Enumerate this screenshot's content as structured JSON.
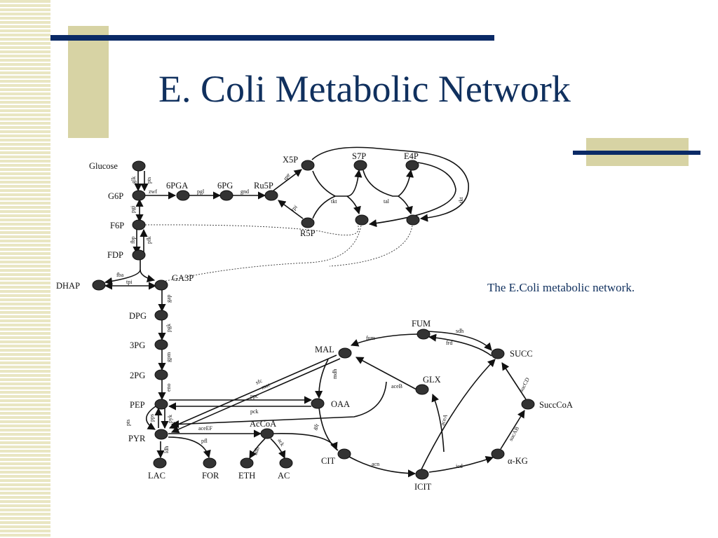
{
  "slide": {
    "title": "E. Coli Metabolic Network",
    "caption": "The E.Coli metabolic network."
  },
  "metabolites": {
    "glucose": "Glucose",
    "g6p": "G6P",
    "f6p": "F6P",
    "fdp": "FDP",
    "dhap": "DHAP",
    "ga3p": "GA3P",
    "dpg": "DPG",
    "pg3": "3PG",
    "pg2": "2PG",
    "pep": "PEP",
    "pyr": "PYR",
    "lac": "LAC",
    "for": "FOR",
    "eth": "ETH",
    "ac": "AC",
    "acoa": "AcCoA",
    "oaa": "OAA",
    "cit": "CIT",
    "icit": "ICIT",
    "akg": "α-KG",
    "succoa": "SuccCoA",
    "succ": "SUCC",
    "fum": "FUM",
    "mal": "MAL",
    "glx": "GLX",
    "pga6": "6PGA",
    "pg6": "6PG",
    "ru5p": "Ru5P",
    "x5p": "X5P",
    "r5p": "R5P",
    "s7p": "S7P",
    "e4p": "E4P"
  },
  "enzymes": {
    "glk": "glk",
    "pts": "pts",
    "zwf": "zwf",
    "pgl": "pgl",
    "gnd": "gnd",
    "rpe": "rpe",
    "rpi": "rpi",
    "tkt1": "tkt",
    "tal": "tal",
    "tkt2": "tkt",
    "pgi": "pgi",
    "pfk": "pfk",
    "fbp": "fbp",
    "fba": "fba",
    "tpi": "tpi",
    "gap": "gap",
    "pgk": "pgk",
    "gpm": "gpm",
    "eno": "eno",
    "pts2": "pts",
    "pps": "pps",
    "pyk": "pyk",
    "sfc": "sfc",
    "mae": "mae",
    "ppc": "ppc",
    "pck": "pck",
    "aceef": "aceEF",
    "pfl": "pfl",
    "ldh": "ldh",
    "adh": "adh",
    "ack": "ack",
    "glt": "glt",
    "mdh": "mdh",
    "aceb": "aceB",
    "acea": "aceA",
    "fum": "fum",
    "sdh": "sdh",
    "frd": "frd",
    "acn": "acn",
    "icd": "icd",
    "sucab": "sucAB",
    "succd": "sucCD"
  },
  "theme": {
    "navy": "#0a2a66",
    "tan": "#d7d3a4",
    "stripe": "#e9e6c2"
  }
}
